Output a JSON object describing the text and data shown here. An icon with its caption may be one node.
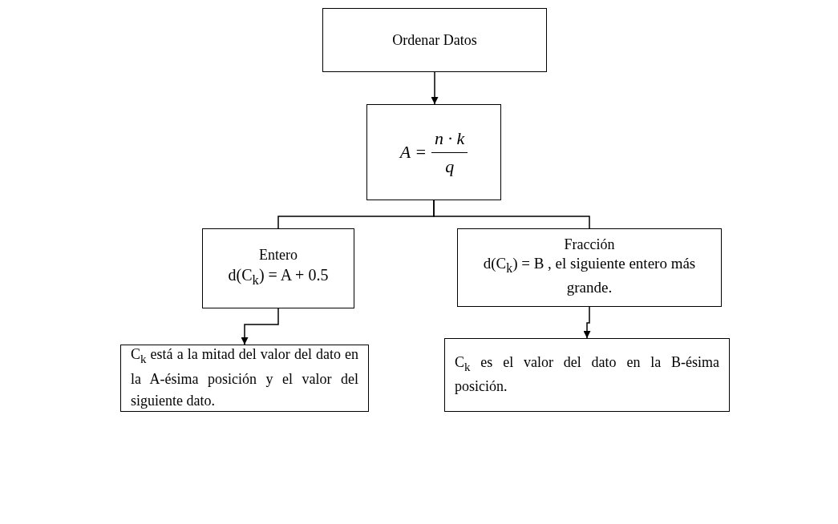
{
  "diagram": {
    "nodes": [
      {
        "text": [
          "Ordenar Datos"
        ]
      },
      {
        "text": [
          "A =",
          "n · k",
          "q"
        ]
      },
      {
        "text": [
          "Entero",
          "d(C$_{k}$) = A + 0.5"
        ]
      },
      {
        "text": [
          "Fracción",
          "d(C$_{k}$) = B , el siguiente entero más grande."
        ]
      },
      {
        "text": [
          "C$_{k}$ está a la mitad del valor del dato en la A-ésima posición y el valor del siguiente dato."
        ]
      },
      {
        "text": [
          "C$_{k}$ es el valor del dato en la B-ésima posición."
        ]
      }
    ],
    "edges": [
      {
        "from": 0,
        "to": 1,
        "arrow": "to"
      },
      {
        "from": 1,
        "to": 2,
        "arrow": "none"
      },
      {
        "from": 1,
        "to": 3,
        "arrow": "none"
      },
      {
        "from": 2,
        "to": 4,
        "arrow": "to"
      },
      {
        "from": 3,
        "to": 5,
        "arrow": "to"
      }
    ]
  }
}
